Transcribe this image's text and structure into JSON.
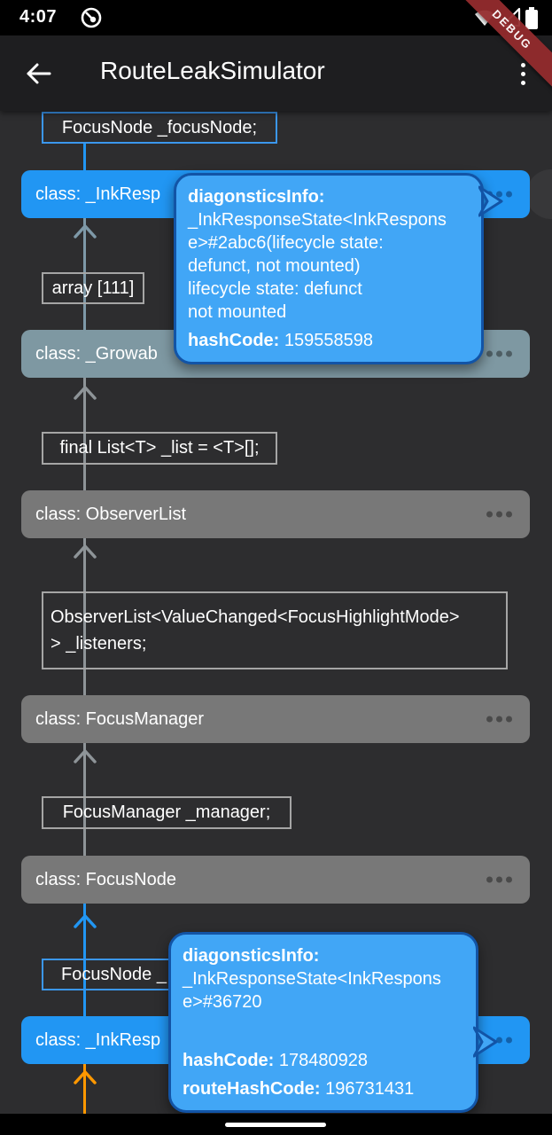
{
  "status_bar": {
    "time": "4:07"
  },
  "app_bar": {
    "title": "RouteLeakSimulator"
  },
  "debug_banner": {
    "label": "DEBUG"
  },
  "graph": {
    "field_boxes": [
      {
        "label": "FocusNode _focusNode;"
      },
      {
        "label": "array [111]"
      },
      {
        "label": "final List<T> _list = <T>[];"
      },
      {
        "line1": "ObserverList<ValueChanged<FocusHighlightMode>",
        "line2": "> _listeners;"
      },
      {
        "label": "FocusManager _manager;"
      },
      {
        "label": "FocusNode _"
      }
    ],
    "class_nodes": [
      {
        "label": "class: _InkResp"
      },
      {
        "label": "class: _Growab"
      },
      {
        "label": "class: ObserverList"
      },
      {
        "label": "class: FocusManager"
      },
      {
        "label": "class: FocusNode"
      },
      {
        "label": "class: _InkResp"
      }
    ],
    "colors": {
      "leak_node": "#2196F3",
      "retainer_node": "#7E98A2",
      "class_node": "#787878",
      "link_blue": "#2196F3",
      "link_steel": "#7E99A8",
      "link_gray": "#8E9498",
      "link_orange": "#FF9800",
      "tooltip_bg": "#41A6F6",
      "tooltip_border": "#1254A6"
    }
  },
  "tooltips": [
    {
      "title": "diagonsticsInfo:",
      "body_lines": [
        "_InkResponseState<InkRespons",
        "e>#2abc6(lifecycle state:",
        "defunct, not mounted)",
        "lifecycle state: defunct",
        "not mounted"
      ],
      "hash_label": "hashCode:",
      "hash_value": "159558598"
    },
    {
      "title": "diagonsticsInfo:",
      "body_lines": [
        "_InkResponseState<InkRespons",
        "e>#36720"
      ],
      "hash_label": "hashCode:",
      "hash_value": "178480928",
      "route_label": "routeHashCode:",
      "route_value": "196731431"
    }
  ]
}
